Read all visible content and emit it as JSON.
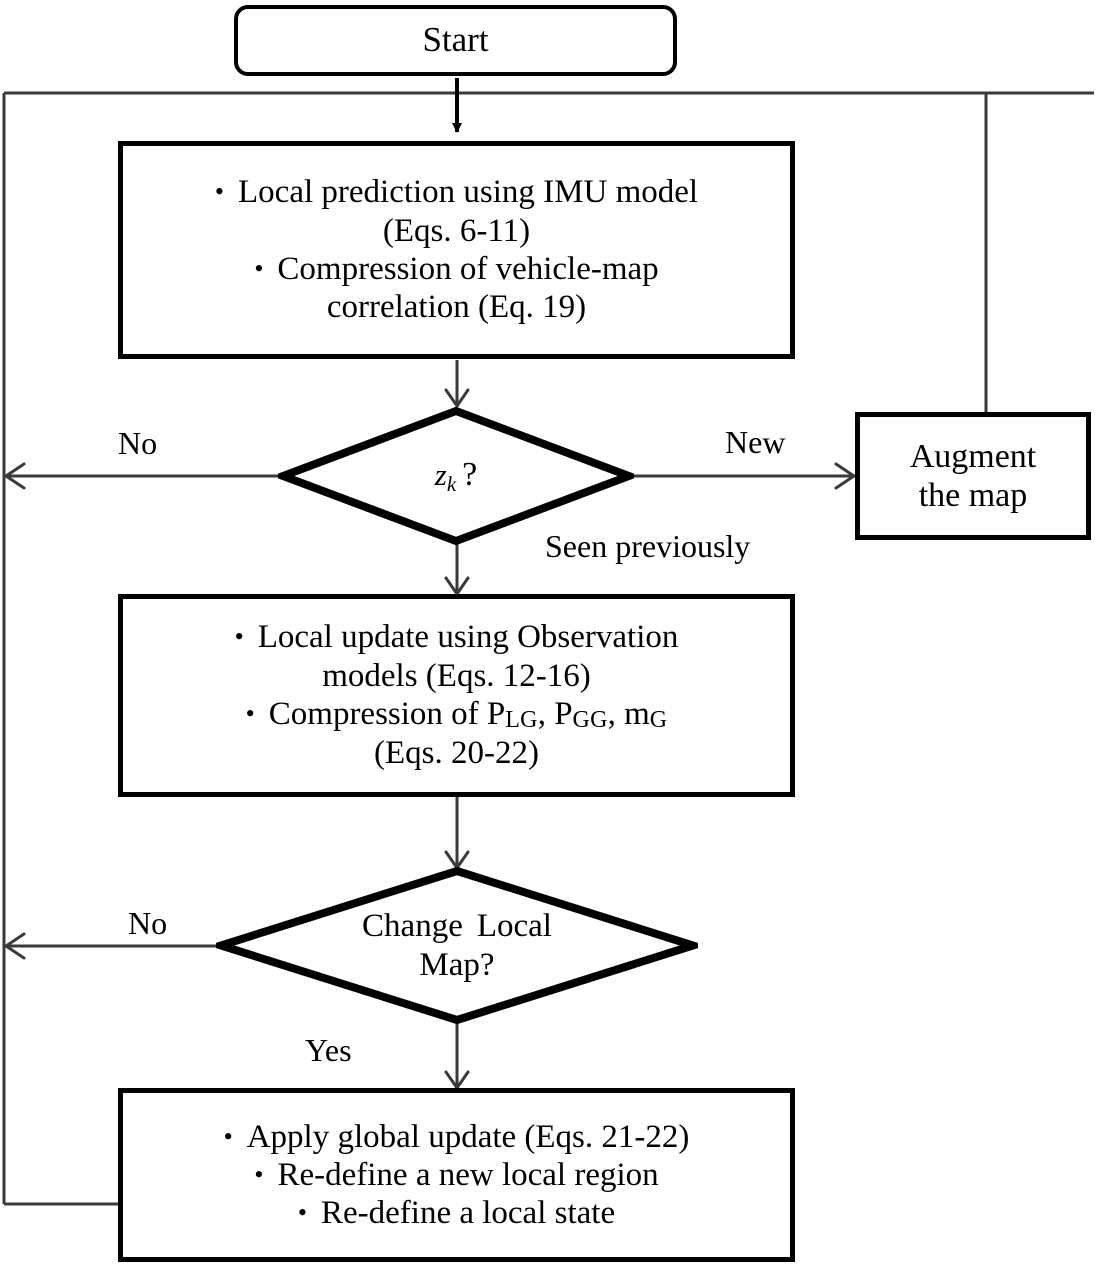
{
  "diagram": {
    "title": "SLAM local/global update flowchart",
    "stroke_color": "#000000",
    "background_color": "#ffffff"
  },
  "nodes": {
    "start": {
      "label": "Start",
      "shape": "rounded-rectangle"
    },
    "local_prediction": {
      "shape": "rectangle",
      "lines": [
        {
          "bullet": true,
          "text": "Local prediction using IMU model"
        },
        {
          "bullet": false,
          "text": "(Eqs. 6-11)"
        },
        {
          "bullet": true,
          "text": "Compression of vehicle-map"
        },
        {
          "bullet": false,
          "text": "correlation (Eq. 19)"
        }
      ]
    },
    "decision_zk": {
      "shape": "diamond",
      "symbol": "z",
      "subscript": "k",
      "question_mark": "?"
    },
    "augment_map": {
      "shape": "rectangle",
      "lines": [
        "Augment",
        "the map"
      ]
    },
    "local_update": {
      "shape": "rectangle",
      "lines": [
        {
          "bullet": true,
          "text": "Local update using Observation"
        },
        {
          "bullet": false,
          "text": "models (Eqs. 12-16)"
        },
        {
          "bullet": true,
          "text": "Compression of P",
          "subs": "LG, PGG, mG",
          "parts": [
            {
              "base": "Compression of P"
            },
            {
              "sub": "LG"
            },
            {
              "base": ", P"
            },
            {
              "sub": "GG"
            },
            {
              "base": ", m"
            },
            {
              "sub": "G"
            }
          ]
        },
        {
          "bullet": false,
          "text": "(Eqs. 20-22)"
        }
      ]
    },
    "decision_change_local_map": {
      "shape": "diamond",
      "line1_a": "Change",
      "line1_b": "Local",
      "line2": "Map?"
    },
    "global_update": {
      "shape": "rectangle",
      "lines": [
        {
          "bullet": true,
          "text": "Apply global update (Eqs. 21-22)"
        },
        {
          "bullet": true,
          "text": "Re-define a new local region"
        },
        {
          "bullet": true,
          "text": "Re-define a local state"
        }
      ]
    }
  },
  "edge_labels": {
    "no_top": "No",
    "new": "New",
    "seen_previously": "Seen previously",
    "no_bottom": "No",
    "yes": "Yes"
  }
}
